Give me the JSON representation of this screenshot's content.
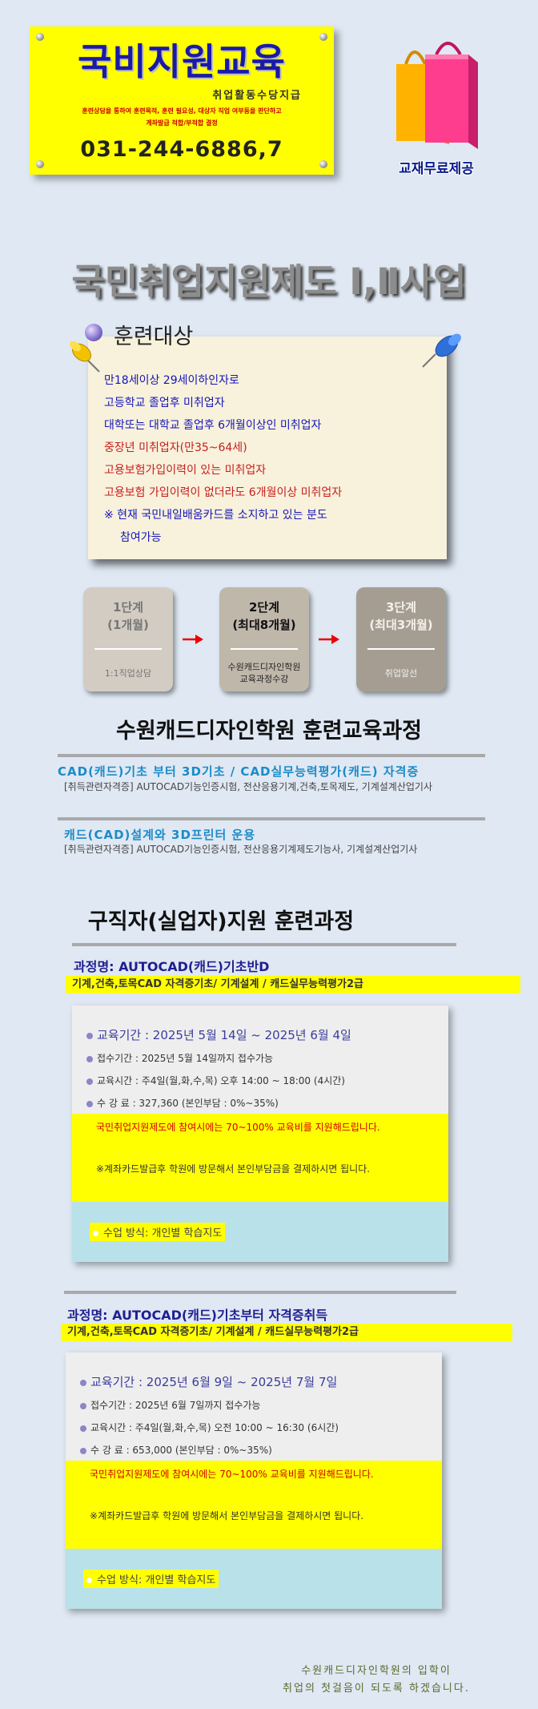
{
  "banner": {
    "title": "국비지원교육",
    "subtitle": "취업활동수당지급",
    "description_line1": "훈련상담을 통하여 훈련목적, 훈련 필요성, 대상자 직업 여부등을 판단하고",
    "description_line2": "계좌발급 적합/부적합 결정",
    "phone": "031-244-6886,7"
  },
  "promo": {
    "caption": "교재무료제공"
  },
  "main_heading": "국민취업지원제도 Ⅰ,Ⅱ사업",
  "target": {
    "heading": "훈련대상",
    "items": [
      {
        "text": "만18세이상 29세이하인자로",
        "color": "blue"
      },
      {
        "text": "고등학교 졸업후 미취업자",
        "color": "blue"
      },
      {
        "text": "대학또는 대학교 졸업후 6개월이상인 미취업자",
        "color": "blue"
      },
      {
        "text": "중장년 미취업자(만35~64세)",
        "color": "red"
      },
      {
        "text": "고용보험가입이력이 있는 미취업자",
        "color": "red"
      },
      {
        "text": "고용보험 가입이력이 없더라도 6개월이상 미취업자",
        "color": "red"
      },
      {
        "text": "※ 현재 국민내일배움카드를 소지하고 있는 분도",
        "color": "blue"
      },
      {
        "text": "참여가능",
        "color": "blue"
      }
    ]
  },
  "steps": [
    {
      "title": "1단계",
      "period": "(1개월)",
      "desc1": "1:1직업상담",
      "desc2": ""
    },
    {
      "title": "2단계",
      "period": "(최대8개월)",
      "desc1": "수원캐드디자인학원",
      "desc2": "교육과정수강"
    },
    {
      "title": "3단계",
      "period": "(최대3개월)",
      "desc1": "취업알선",
      "desc2": ""
    }
  ],
  "training": {
    "title": "수원캐드디자인학원 훈련교육과정",
    "courses": [
      {
        "title": "CAD(캐드)기초 부터 3D기초 / CAD실무능력평가(캐드) 자격증",
        "sub": "[취득관련자격증] AUTOCAD기능인증시험, 전산응용기계,건축,토목제도, 기계설계산업기사"
      },
      {
        "title": "캐드(CAD)설계와 3D프린터 운용",
        "sub": "[취득관련자격증] AUTOCAD기능인증시험, 전산응용기계제도기능사, 기계설계산업기사"
      }
    ]
  },
  "jobseeker": {
    "title": "구직자(실업자)지원 훈련과정",
    "programs": [
      {
        "name": "과정명: AUTOCAD(캐드)기초반D",
        "tags": "기계,건축,토목CAD 자격증기초/ 기계설계 / 캐드실무능력평가2급",
        "period": "교육기간 :  2025년 5월 14일 ~ 2025년 6월 4일",
        "registration": "접수기간 : 2025년 5월 14일까지 접수가능",
        "schedule": "교육시간 : 주4일(월,화,수,목) 오후 14:00 ~ 18:00 (4시간)",
        "fee": "수 강 료 : 327,360 (본인부담 : 0%~35%)",
        "notice1": "국민취업지원제도에 참여시에는 70~100% 교육비를 지원해드립니다.",
        "notice2": "※계좌카드발급후 학원에 방문해서 본인부담금을 결제하시면 됩니다.",
        "method": "수업 방식: 개인별 학습지도"
      },
      {
        "name": "과정명: AUTOCAD(캐드)기초부터 자격증취득",
        "tags": "기계,건축,토목CAD 자격증기초/ 기계설계 / 캐드실무능력평가2급",
        "period": "교육기간 :  2025년 6월 9일 ~ 2025년 7월 7일",
        "registration": "접수기간 : 2025년 6월 7일까지 접수가능",
        "schedule": "교육시간 : 주4일(월,화,수,목) 오전 10:00 ~ 16:30 (6시간)",
        "fee": "수 강 료 : 653,000 (본인부담 : 0%~35%)",
        "notice1": "국민취업지원제도에 참여시에는 70~100% 교육비를 지원해드립니다.",
        "notice2": "※계좌카드발급후 학원에 방문해서 본인부담금을 결제하시면 됩니다.",
        "method": "수업 방식: 개인별 학습지도"
      }
    ]
  },
  "closing": {
    "line1": "수원캐드디자인학원의 입학이",
    "line2": "취업의 첫걸음이 되도록 하겠습니다."
  },
  "colors": {
    "background": "#dfe8f3",
    "banner_yellow": "#ffff00",
    "banner_title": "#1a1aa8",
    "course_blue": "#1c8bc8",
    "notice_red": "#d40000",
    "method_cyan": "#b9e1ea"
  }
}
